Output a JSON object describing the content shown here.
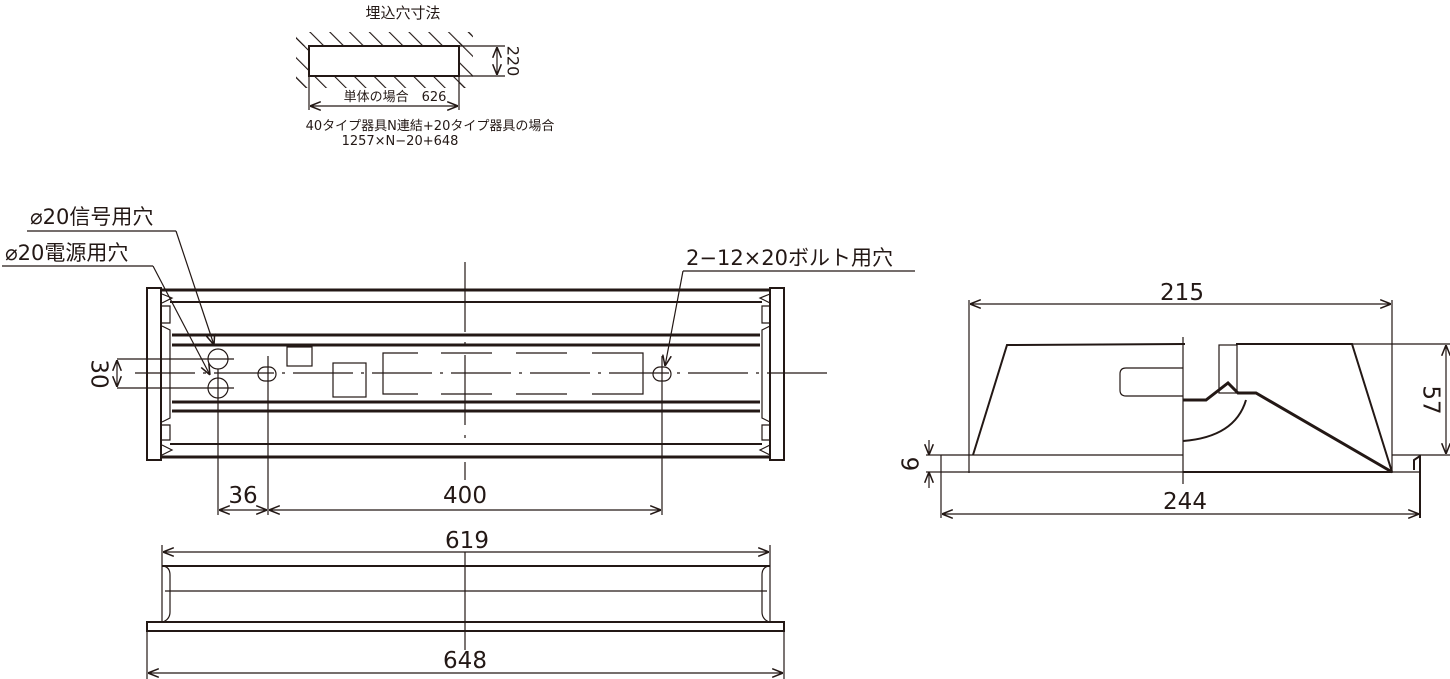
{
  "colors": {
    "line": "#231815",
    "background": "#ffffff"
  },
  "cutout": {
    "title": "埋込穴寸法",
    "height": "220",
    "single_label": "単体の場合　626",
    "combined_label": "40タイプ器具N連結+20タイプ器具の場合",
    "combined_formula": "1257×N−20+648"
  },
  "top_view": {
    "signal_hole": "⌀20信号用穴",
    "power_hole": "⌀20電源用穴",
    "bolt_hole": "2−12×20ボルト用穴",
    "dim_hole_spacing": "30",
    "dim_offset": "36",
    "dim_bolt_pitch": "400"
  },
  "front_view": {
    "dim_inner": "619",
    "dim_outer": "648"
  },
  "side_view": {
    "dim_body_width": "215",
    "dim_height": "57",
    "dim_flange": "9",
    "dim_total_width": "244"
  }
}
